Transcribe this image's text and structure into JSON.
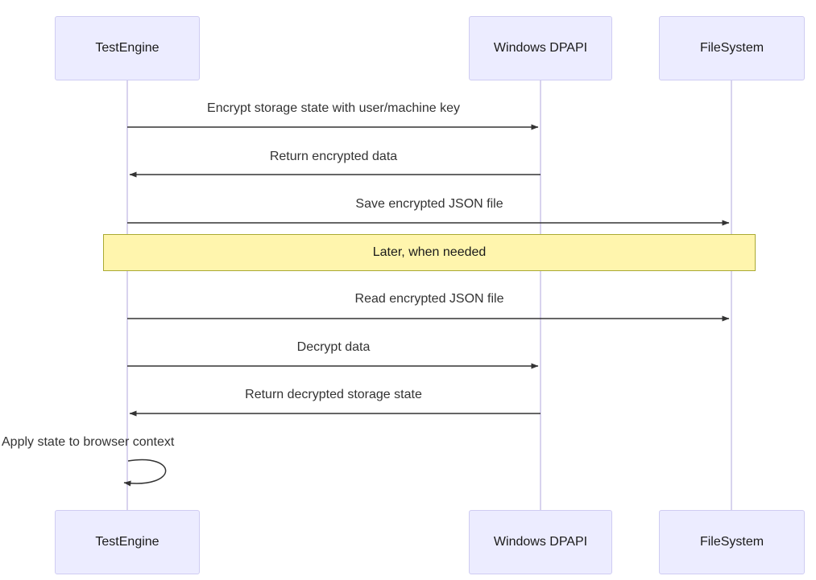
{
  "diagram": {
    "type": "sequence-diagram",
    "actors": [
      {
        "name": "TestEngine"
      },
      {
        "name": "Windows DPAPI"
      },
      {
        "name": "FileSystem"
      }
    ],
    "messages": [
      {
        "from": "TestEngine",
        "to": "Windows DPAPI",
        "direction": "right",
        "label": "Encrypt storage state with user/machine key"
      },
      {
        "from": "Windows DPAPI",
        "to": "TestEngine",
        "direction": "left",
        "label": "Return encrypted data"
      },
      {
        "from": "TestEngine",
        "to": "FileSystem",
        "direction": "right",
        "label": "Save encrypted JSON file"
      },
      {
        "from": "TestEngine",
        "to": "FileSystem",
        "direction": "right",
        "label": "Read encrypted JSON file"
      },
      {
        "from": "TestEngine",
        "to": "Windows DPAPI",
        "direction": "right",
        "label": "Decrypt data"
      },
      {
        "from": "Windows DPAPI",
        "to": "TestEngine",
        "direction": "left",
        "label": "Return decrypted storage state"
      },
      {
        "from": "TestEngine",
        "to": "TestEngine",
        "direction": "self",
        "label": "Apply state to browser context"
      }
    ],
    "note": {
      "over": "TestEngine, FileSystem",
      "label": "Later, when needed"
    },
    "colors": {
      "actor_fill": "#ECECFF",
      "actor_border": "#CFCCF2",
      "lifeline": "#D8D3EE",
      "note_fill": "#FFF5AD",
      "note_border": "#AAAA33",
      "message_line": "#333333",
      "text": "#1A1A1A"
    }
  }
}
